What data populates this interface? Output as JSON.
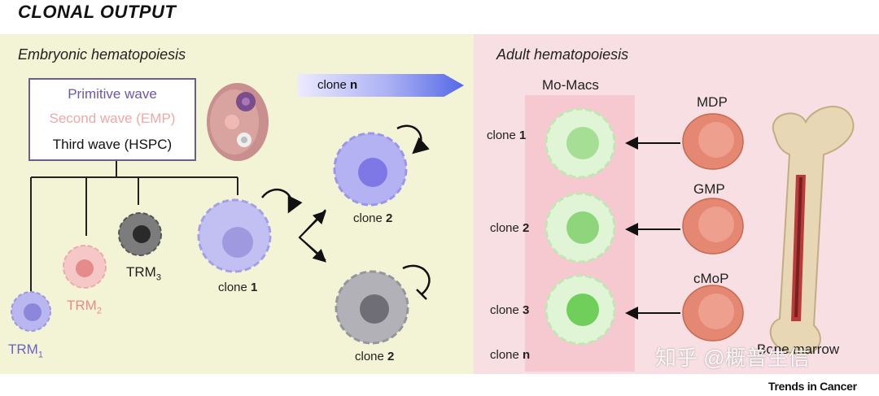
{
  "title": "CLONAL OUTPUT",
  "embryonic": {
    "title": "Embryonic hematopoiesis",
    "waves": [
      "Primitive wave",
      "Second wave (EMP)",
      "Third wave (HSPC)"
    ],
    "trm1": "TRM",
    "trm1_sub": "1",
    "trm2": "TRM",
    "trm2_sub": "2",
    "trm3": "TRM",
    "trm3_sub": "3",
    "clone1_word": "clone",
    "clone1_num": "1",
    "clone2a_word": "clone",
    "clone2a_num": "2",
    "clone2b_word": "clone",
    "clone2b_num": "2",
    "clone_n_word": "clone",
    "clone_n_num": "n"
  },
  "adult": {
    "title": "Adult hematopoiesis",
    "momacs": "Mo-Macs",
    "rows": [
      {
        "word": "clone",
        "num": "1",
        "progenitor": "MDP"
      },
      {
        "word": "clone",
        "num": "2",
        "progenitor": "GMP"
      },
      {
        "word": "clone",
        "num": "3",
        "progenitor": "cMoP"
      }
    ],
    "clone_n_word": "clone",
    "clone_n_num": "n",
    "bone_marrow": "Bone marrow"
  },
  "watermark": "知乎 @概普生信",
  "journal": "Trends in Cancer",
  "colors": {
    "left_bg": "#f3f3d6",
    "right_bg": "#f8dfe3",
    "purple_cell": "#b7b5ef",
    "gray_cell": "#a9a8b0",
    "pink_cell": "#f3b7b7",
    "green_cell": "#d7f2cc",
    "progenitor": "#e58a74"
  }
}
